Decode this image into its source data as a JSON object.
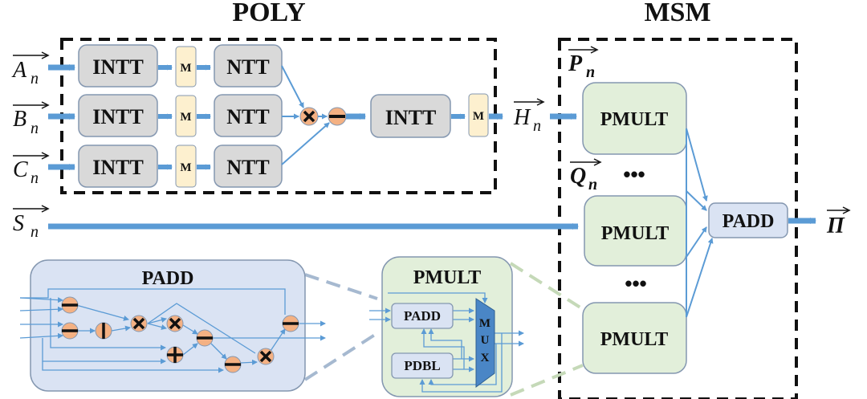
{
  "sections": {
    "poly_title": "POLY",
    "msm_title": "MSM"
  },
  "inputs": {
    "a": {
      "base": "A",
      "sub": "n"
    },
    "b": {
      "base": "B",
      "sub": "n"
    },
    "c": {
      "base": "C",
      "sub": "n"
    },
    "s": {
      "base": "S",
      "sub": "n"
    },
    "h": {
      "base": "H",
      "sub": "n"
    },
    "p": {
      "base": "P",
      "sub": "n"
    },
    "q": {
      "base": "Q",
      "sub": "n"
    },
    "out": {
      "base": "Π"
    }
  },
  "poly": {
    "intt_label": "INTT",
    "ntt_label": "NTT",
    "m_label": "M",
    "rows": [
      "A",
      "B",
      "C"
    ],
    "final_intt_label": "INTT",
    "ops": [
      "multiply",
      "subtract"
    ]
  },
  "msm": {
    "pmult_label": "PMULT",
    "padd_label": "PADD",
    "ellipsis": "•••"
  },
  "padd_detail": {
    "title": "PADD",
    "ops": [
      "subtract",
      "subtract",
      "inverse",
      "multiply",
      "multiply",
      "subtract",
      "add",
      "subtract",
      "multiply",
      "subtract"
    ]
  },
  "pmult_detail": {
    "title": "PMULT",
    "padd_label": "PADD",
    "pdbl_label": "PDBL",
    "mux_letters": [
      "M",
      "U",
      "X"
    ]
  },
  "colors": {
    "arrow_blue": "#5b9bd5",
    "gray_block": "#d9d9d9",
    "m_block": "#fdf0cf",
    "green_block": "#e2efda",
    "blue_block": "#dae3f3",
    "op_circle": "#f4b183",
    "mux": "#4a86c6"
  }
}
